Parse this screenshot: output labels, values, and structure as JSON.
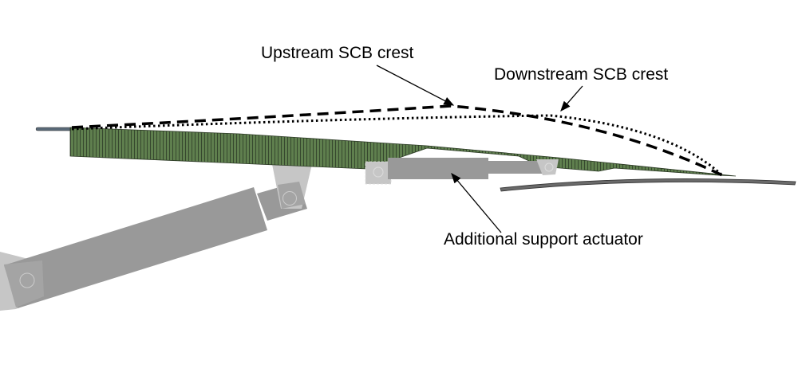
{
  "labels": {
    "upstream": "Upstream SCB crest",
    "downstream": "Downstream SCB crest",
    "actuator": "Additional support actuator"
  },
  "colors": {
    "blade_fill": "#5f7f4e",
    "blade_hatch": "#2c3a25",
    "actuator_dark": "#999999",
    "actuator_light": "#c2c2c2",
    "plate": "#6a6a6a",
    "rod": "#5a6a78"
  }
}
